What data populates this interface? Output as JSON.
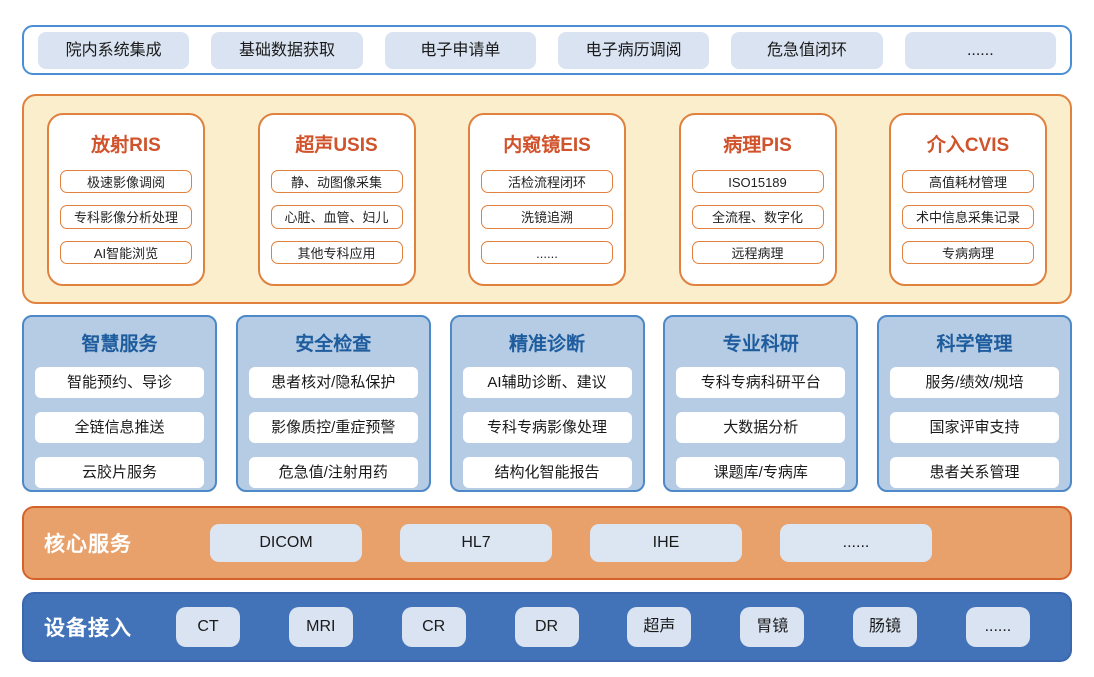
{
  "colors": {
    "top_band_border": "#4a8fd3",
    "light_blue_pill": "#d9e3f1",
    "cream_background": "#faeecd",
    "orange_border": "#e0813e",
    "orange_title_text": "#d0532b",
    "service_box_background": "#b5cce4",
    "service_box_border": "#4d88c8",
    "service_title_text": "#1e5c9e",
    "core_band_background": "#e9a16b",
    "core_band_border": "#d4622a",
    "device_band_background": "#4272b8",
    "band_label_text": "#ffffff"
  },
  "integration_band": {
    "items": [
      "院内系统集成",
      "基础数据获取",
      "电子申请单",
      "电子病历调阅",
      "危急值闭环",
      "......"
    ]
  },
  "clinical_systems": {
    "columns": [
      {
        "title": "放射RIS",
        "items": [
          "极速影像调阅",
          "专科影像分析处理",
          "AI智能浏览"
        ]
      },
      {
        "title": "超声USIS",
        "items": [
          "静、动图像采集",
          "心脏、血管、妇儿",
          "其他专科应用"
        ]
      },
      {
        "title": "内窥镜EIS",
        "items": [
          "活检流程闭环",
          "洗镜追溯",
          "......"
        ]
      },
      {
        "title": "病理PIS",
        "items": [
          "ISO15189",
          "全流程、数字化",
          "远程病理"
        ]
      },
      {
        "title": "介入CVIS",
        "items": [
          "高值耗材管理",
          "术中信息采集记录",
          "专病病理"
        ]
      }
    ]
  },
  "service_modules": {
    "columns": [
      {
        "title": "智慧服务",
        "items": [
          "智能预约、导诊",
          "全链信息推送",
          "云胶片服务"
        ]
      },
      {
        "title": "安全检查",
        "items": [
          "患者核对/隐私保护",
          "影像质控/重症预警",
          "危急值/注射用药"
        ]
      },
      {
        "title": "精准诊断",
        "items": [
          "AI辅助诊断、建议",
          "专科专病影像处理",
          "结构化智能报告"
        ]
      },
      {
        "title": "专业科研",
        "items": [
          "专科专病科研平台",
          "大数据分析",
          "课题库/专病库"
        ]
      },
      {
        "title": "科学管理",
        "items": [
          "服务/绩效/规培",
          "国家评审支持",
          "患者关系管理"
        ]
      }
    ]
  },
  "core_services": {
    "label": "核心服务",
    "items": [
      "DICOM",
      "HL7",
      "IHE",
      "......"
    ]
  },
  "device_access": {
    "label": "设备接入",
    "items": [
      "CT",
      "MRI",
      "CR",
      "DR",
      "超声",
      "胃镜",
      "肠镜",
      "......"
    ]
  }
}
